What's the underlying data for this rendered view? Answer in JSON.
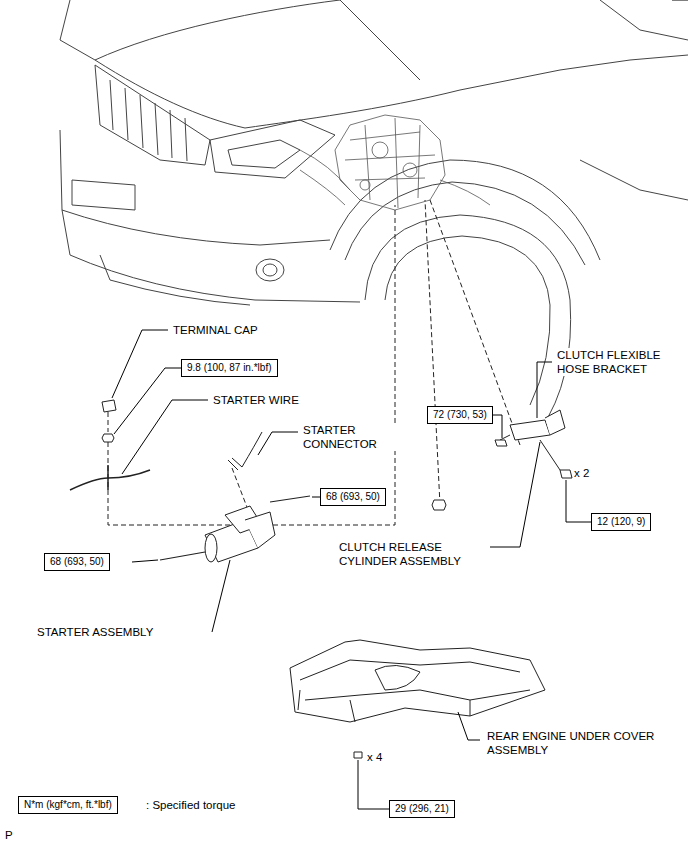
{
  "diagram": {
    "nodes": [
      {
        "text": [
          "9.8 (100, 87 in.*lbf)"
        ]
      },
      {
        "text": [
          "72 (730, 53)"
        ]
      },
      {
        "text": [
          "68 (693, 50)"
        ]
      },
      {
        "text": [
          "12 (120, 9)"
        ]
      },
      {
        "text": [
          "68 (693, 50)"
        ]
      },
      {
        "text": [
          "29 (296, 21)"
        ]
      },
      {
        "text": [
          "N*m (kgf*cm, ft.*lbf)"
        ]
      }
    ],
    "labels": [
      "TERMINAL CAP",
      "STARTER WIRE",
      "STARTER CONNECTOR",
      "CLUTCH FLEXIBLE HOSE BRACKET",
      "x 2",
      "CLUTCH RELEASE CYLINDER ASSEMBLY",
      "STARTER ASSEMBLY",
      "REAR ENGINE UNDER COVER ASSEMBLY",
      "x 4",
      ": Specified torque",
      "P"
    ]
  }
}
